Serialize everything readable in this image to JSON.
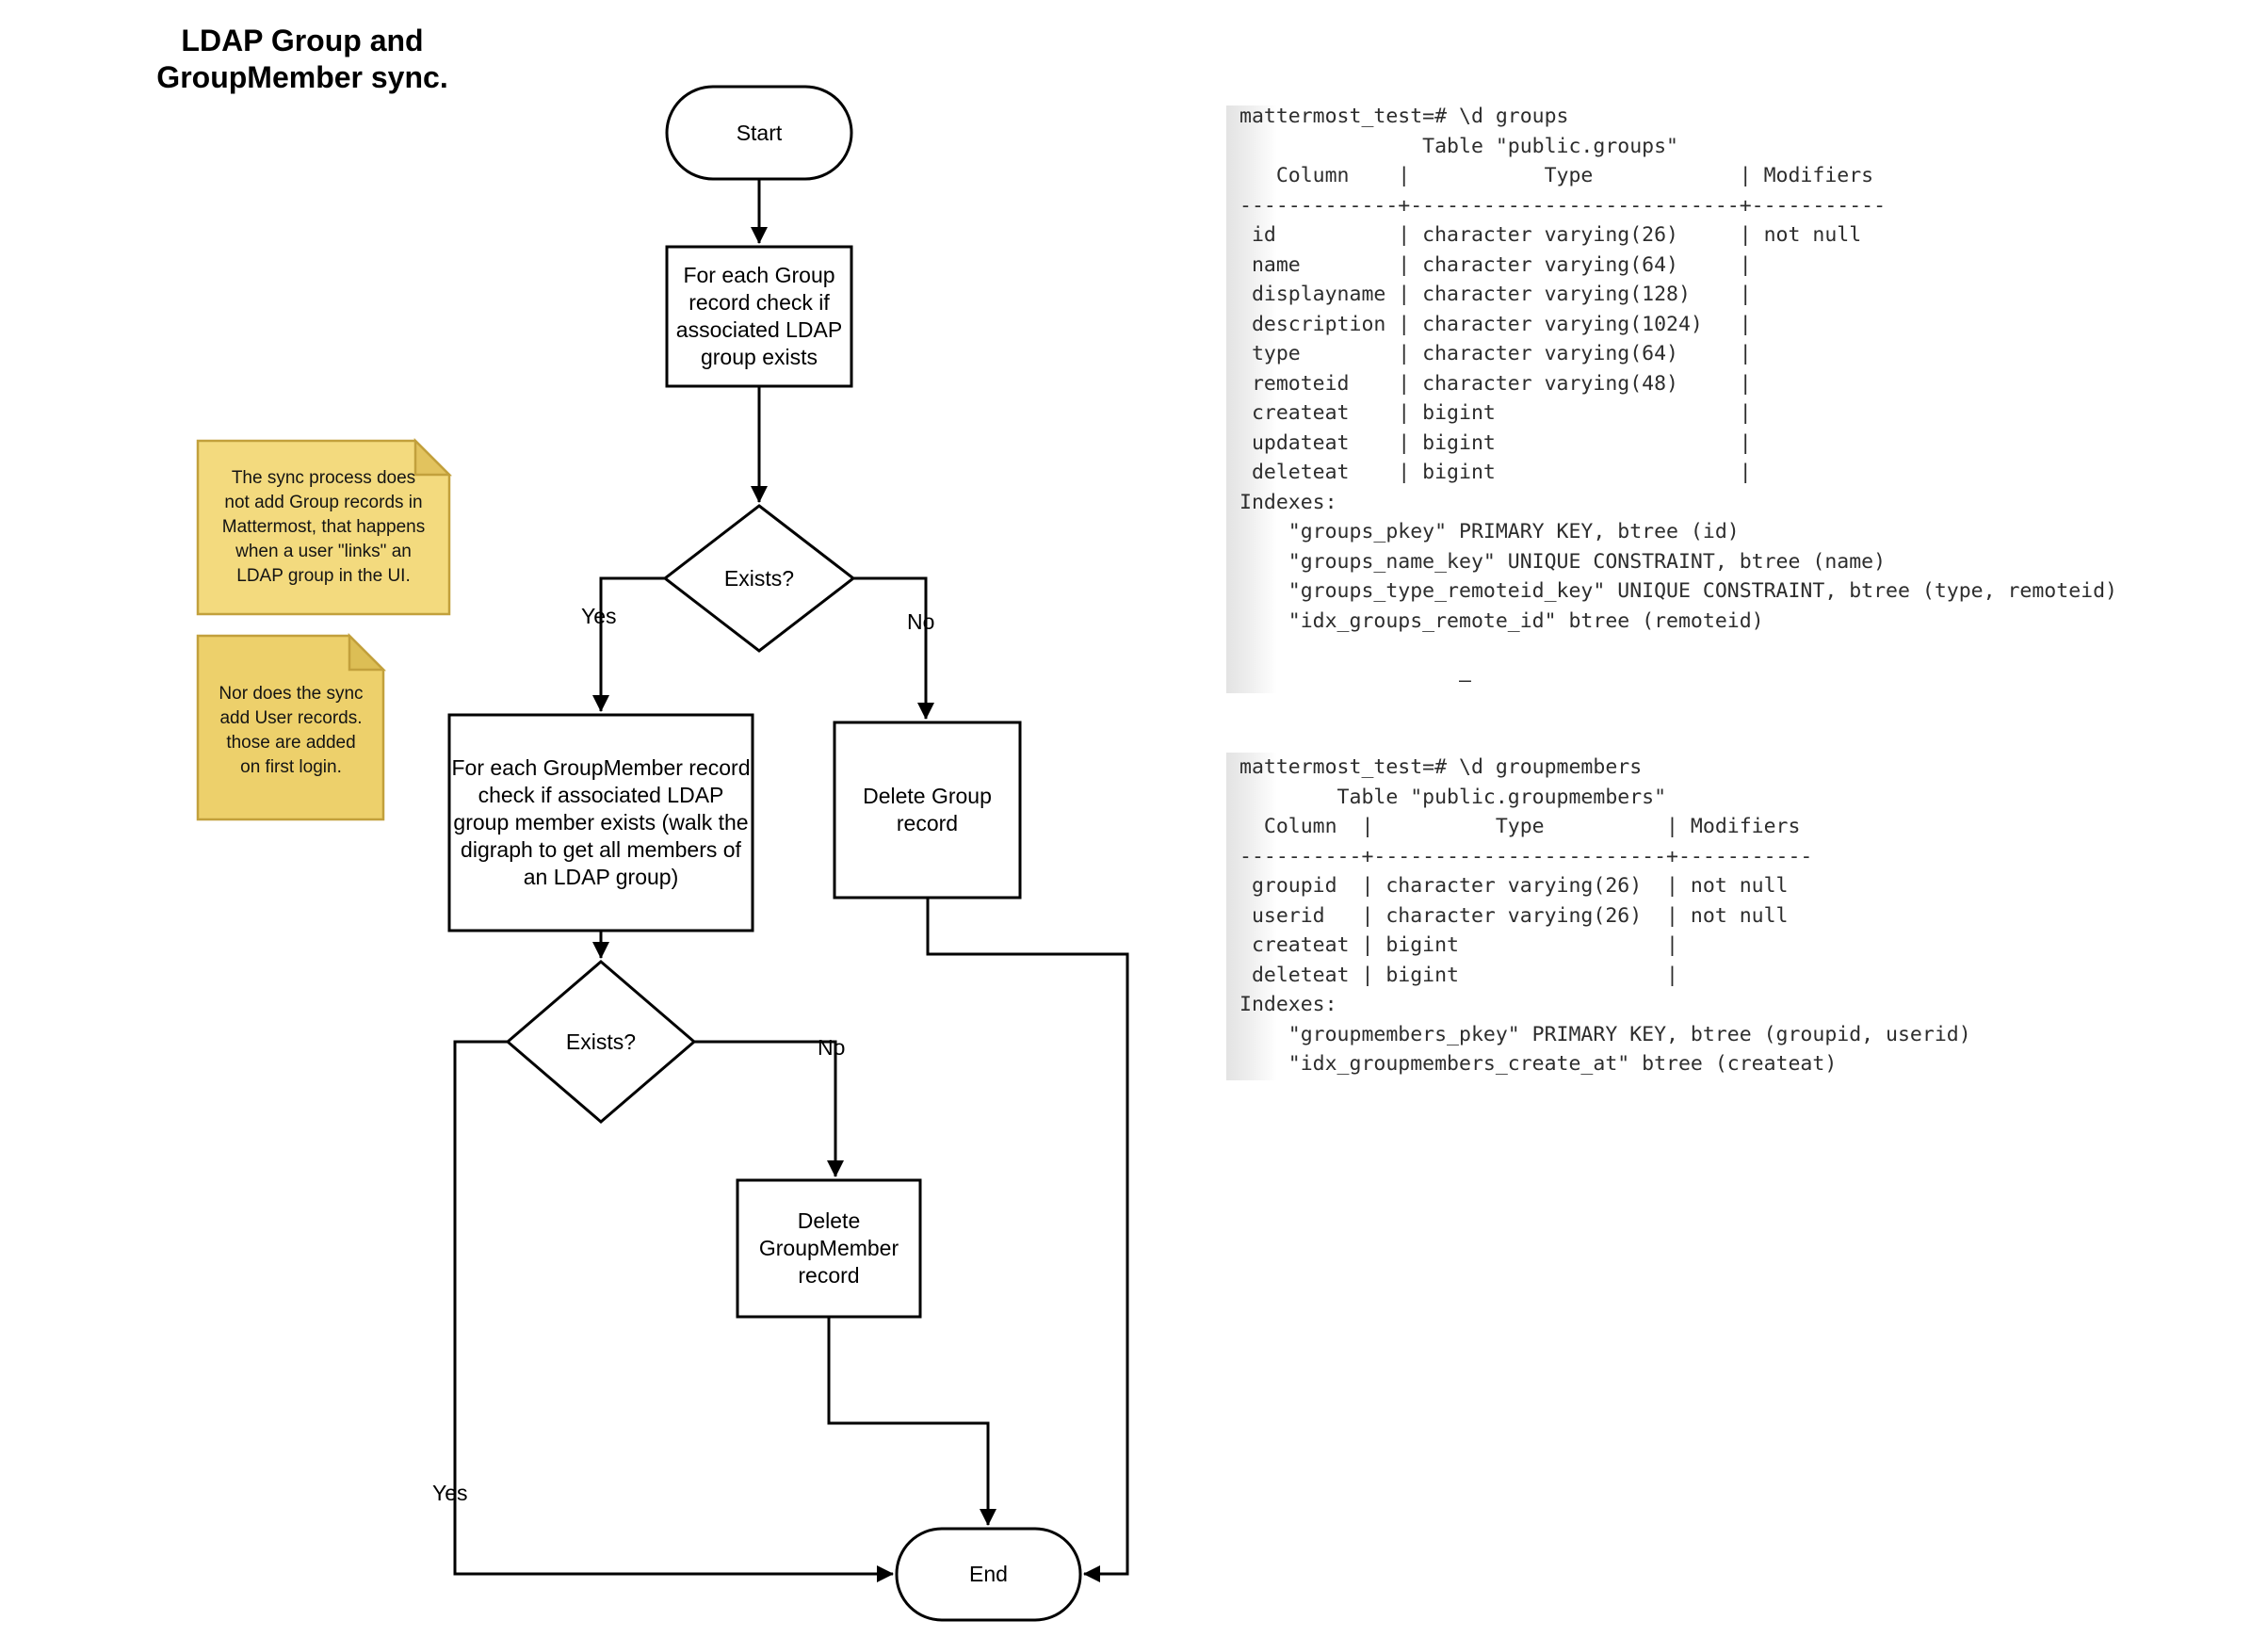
{
  "title": {
    "lines": [
      "LDAP Group and",
      "GroupMember sync."
    ]
  },
  "flowchart": {
    "nodes": {
      "start": {
        "label": "Start"
      },
      "check_group": {
        "lines": [
          "For each Group",
          "record check if",
          "associated LDAP",
          "group exists"
        ]
      },
      "exists_group": {
        "label": "Exists?"
      },
      "check_groupmember": {
        "lines": [
          "For each GroupMember record",
          "check if associated LDAP",
          "group member exists (walk the",
          "digraph to get all members of",
          "an LDAP group)"
        ]
      },
      "delete_group": {
        "lines": [
          "Delete Group",
          "record"
        ]
      },
      "exists_groupmember": {
        "label": "Exists?"
      },
      "delete_groupmember": {
        "lines": [
          "Delete",
          "GroupMember",
          "record"
        ]
      },
      "end": {
        "label": "End"
      }
    },
    "edge_labels": {
      "group_yes": "Yes",
      "group_no": "No",
      "groupmember_yes": "Yes",
      "groupmember_no": "No"
    }
  },
  "notes": [
    {
      "lines": [
        "The sync process does",
        "not add Group records in",
        "Mattermost, that happens",
        "when a user \"links\" an",
        "LDAP group in the UI."
      ]
    },
    {
      "lines": [
        "Nor does the sync",
        "add User records.",
        "those are added",
        "on first login."
      ]
    }
  ],
  "terminals": [
    {
      "text": "mattermost_test=# \\d groups\n               Table \"public.groups\"\n   Column    |           Type            | Modifiers\n-------------+---------------------------+-----------\n id          | character varying(26)     | not null\n name        | character varying(64)     |\n displayname | character varying(128)    |\n description | character varying(1024)   |\n type        | character varying(64)     |\n remoteid    | character varying(48)     |\n createat    | bigint                    |\n updateat    | bigint                    |\n deleteat    | bigint                    |\nIndexes:\n    \"groups_pkey\" PRIMARY KEY, btree (id)\n    \"groups_name_key\" UNIQUE CONSTRAINT, btree (name)\n    \"groups_type_remoteid_key\" UNIQUE CONSTRAINT, btree (type, remoteid)\n    \"idx_groups_remote_id\" btree (remoteid)\n\n                  –"
    },
    {
      "text": "mattermost_test=# \\d groupmembers\n        Table \"public.groupmembers\"\n  Column  |          Type          | Modifiers\n----------+------------------------+-----------\n groupid  | character varying(26)  | not null\n userid   | character varying(26)  | not null\n createat | bigint                 |\n deleteat | bigint                 |\nIndexes:\n    \"groupmembers_pkey\" PRIMARY KEY, btree (groupid, userid)\n    \"idx_groupmembers_create_at\" btree (createat)"
    }
  ],
  "colors": {
    "stroke": "#000000",
    "node_fill": "#ffffff",
    "note1_fill": "#F3DA7E",
    "note1_fold": "#E2C35E",
    "note2_fill": "#EDD06B",
    "note2_fold": "#DCBE55",
    "note_border": "#C2A03C",
    "terminal_text": "#2D2D2D",
    "terminal_edge_gray": "#E3E3E3"
  }
}
